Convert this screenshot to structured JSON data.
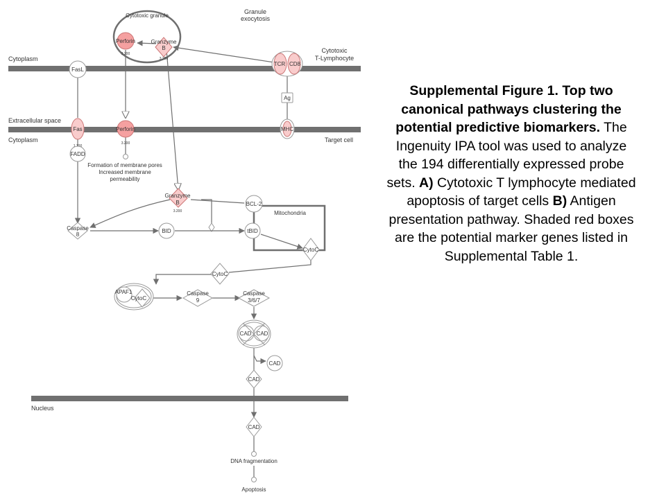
{
  "caption": {
    "title": "Supplemental Figure 1. Top two canonical pathways clustering the potential predictive biomarkers.",
    "body_1": " The Ingenuity IPA tool was used to analyze the 194 differentially expressed probe sets. ",
    "label_a": "A)",
    "body_2": " Cytotoxic T lymphocyte mediated apoptosis of target cells ",
    "label_b": "B)",
    "body_3": " Antigen presentation pathway. Shaded red boxes are the potential marker genes listed in Supplemental Table 1."
  },
  "regions": {
    "cytotoxic_granule": "Cytotoxic granule",
    "granule_exocytosis_1": "Granule",
    "granule_exocytosis_2": "exocytosis",
    "cytoplasm_top": "Cytoplasm",
    "ctl_1": "Cytotoxic",
    "ctl_2": "T-Lymphocyte",
    "extracellular": "Extracellular space",
    "cytoplasm_bottom": "Cytoplasm",
    "target_cell": "Target cell",
    "membrane_pores_1": "Formation of membrane pores",
    "membrane_pores_2": "Increased membrane",
    "membrane_pores_3": "permeability",
    "mitochondria": "Mitochondria",
    "nucleus": "Nucleus",
    "dna_fragmentation": "DNA fragmentation",
    "apoptosis": "Apoptosis"
  },
  "nodes": {
    "perforin_top": "Perforin",
    "perforin_top_value": "3.200",
    "granzyme_top_1": "Granzyme",
    "granzyme_top_2": "B",
    "granzyme_top_value": "3.200",
    "fasl": "FasL",
    "tcr": "TCR",
    "cd8": "CD8",
    "ag": "Ag",
    "fas": "Fas",
    "fas_value": "1.100",
    "perforin_mid": "Perforin",
    "perforin_mid_value": "3.200",
    "mhc": "MHC",
    "fadd": "FADD",
    "granzyme_mid_1": "Granzyme",
    "granzyme_mid_2": "B",
    "granzyme_mid_value": "3.200",
    "bcl2": "BCL-2",
    "caspase8_1": "Caspase",
    "caspase8_2": "8",
    "bid": "BID",
    "tbid": "tBID",
    "cytoc_mito": "CytoC",
    "cytoc_free": "CytoC",
    "apaf1": "APAF1",
    "cytoc_complex": "CytoC",
    "caspase9_1": "Caspase",
    "caspase9_2": "9",
    "caspase367_1": "Caspase",
    "caspase367_2": "3/6/7",
    "cad_a": "CAD",
    "cad_b": "CAD",
    "cad_side": "CAD",
    "cad_mid": "CAD",
    "cad_nucleus": "CAD"
  },
  "colors": {
    "highlight_strong": "#f5a0a0",
    "highlight_light": "#f9cccc",
    "membrane": "#707070"
  }
}
